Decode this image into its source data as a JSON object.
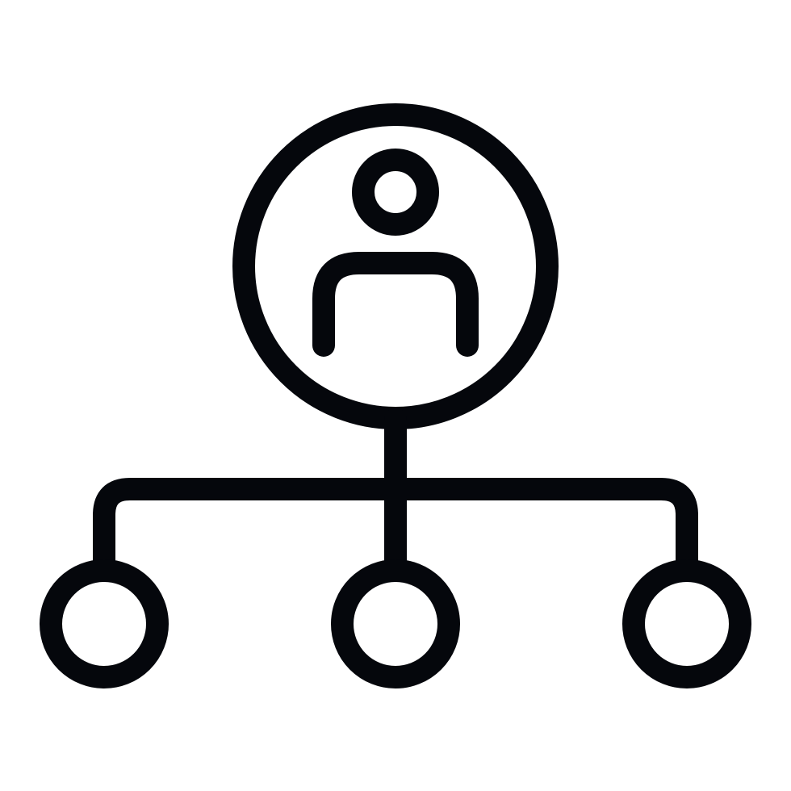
{
  "icon": {
    "name": "organization-hierarchy-icon",
    "stroke_color": "#05070c",
    "background_color": "#ffffff",
    "parts": {
      "top_node": "user-avatar-circle",
      "avatar_head": "user-head",
      "avatar_body": "user-shoulders",
      "connector": "hierarchy-connector-lines",
      "child_nodes": [
        "child-node-left",
        "child-node-center",
        "child-node-right"
      ]
    }
  }
}
